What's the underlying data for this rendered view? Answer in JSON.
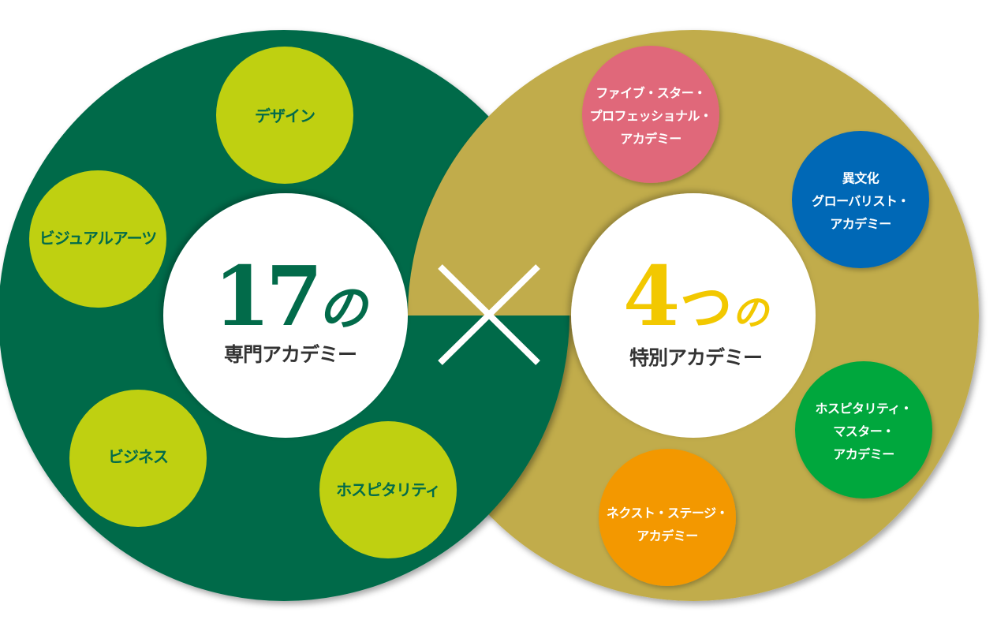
{
  "colors": {
    "left_ring": "#026B4A",
    "right_ring": "#C1AC4B",
    "left_satellite": "#BFD011",
    "inner_circle": "#FFFFFF",
    "cross_mark": "#FFFFFF",
    "left_number": "#026B4A",
    "right_number": "#F2C800",
    "subtitle_text": "#333333",
    "five_star": "#E0677A",
    "global": "#0067B6",
    "hospitality_master": "#00A73C",
    "next_stage": "#F39800"
  },
  "left": {
    "number": "17",
    "suffix": "の",
    "subtitle": "専門アカデミー",
    "satellites": [
      {
        "label": "デザイン"
      },
      {
        "label": "ビジュアルアーツ"
      },
      {
        "label": "ビジネス"
      },
      {
        "label": "ホスピタリティ"
      }
    ]
  },
  "operator": {
    "symbol": "×",
    "icon": "multiply-icon"
  },
  "right": {
    "number": "4",
    "suffix_tsu": "つ",
    "suffix": "の",
    "subtitle": "特別アカデミー",
    "satellites": [
      {
        "lines": [
          "ファイブ・スター・",
          "プロフェッショナル・",
          "アカデミー"
        ]
      },
      {
        "lines": [
          "異文化",
          "グローバリスト・",
          "アカデミー"
        ]
      },
      {
        "lines": [
          "ホスピタリティ・",
          "マスター・",
          "アカデミー"
        ]
      },
      {
        "lines": [
          "ネクスト・ステージ・",
          "アカデミー"
        ]
      }
    ]
  }
}
